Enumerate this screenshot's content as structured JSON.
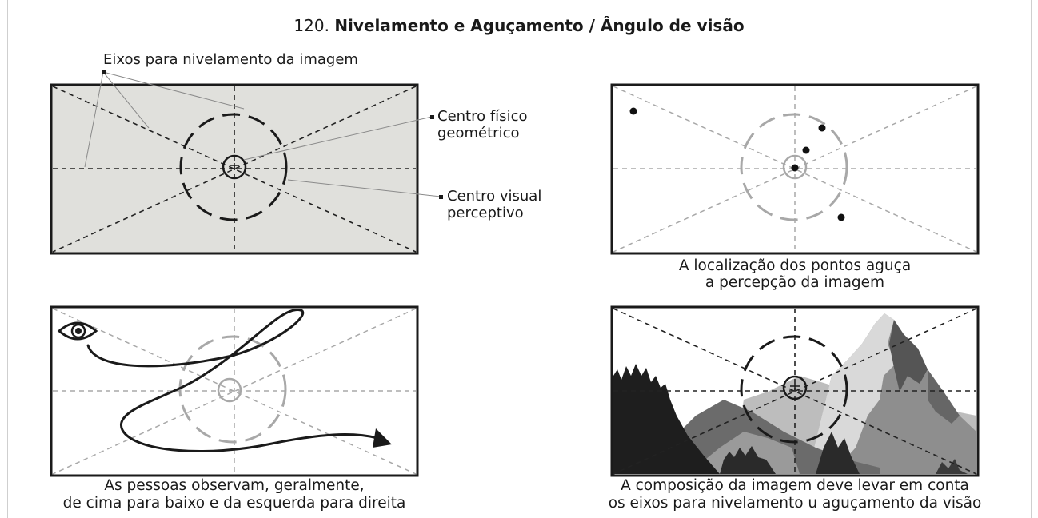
{
  "title": {
    "number": "120.",
    "text": "Nivelamento e Aguçamento / Ângulo de visão"
  },
  "panel_top_left": {
    "label_axes": "Eixos para nivelamento da imagem",
    "label_center_physical_line1": "Centro físico",
    "label_center_physical_line2": "geométrico",
    "label_center_visual_line1": "Centro visual",
    "label_center_visual_line2": "perceptivo"
  },
  "panel_top_right": {
    "caption_line1": "A localização dos pontos aguça",
    "caption_line2": "a percepção da imagem"
  },
  "panel_bottom_left": {
    "caption_line1": "As pessoas observam, geralmente,",
    "caption_line2": "de cima para baixo e da esquerda para direita"
  },
  "panel_bottom_right": {
    "caption_line1": "A composição da imagem deve levar em conta",
    "caption_line2": "os eixos para nivelamento u aguçamento da visão"
  },
  "colors": {
    "panel_fill": "#e0e0dc",
    "frame": "#1a1a1a",
    "guide_dark": "#222222",
    "guide_light": "#a8a8a8"
  },
  "icons": [
    "eye-icon",
    "arrow-head-icon",
    "crosshair-icon",
    "mountain-landscape"
  ]
}
